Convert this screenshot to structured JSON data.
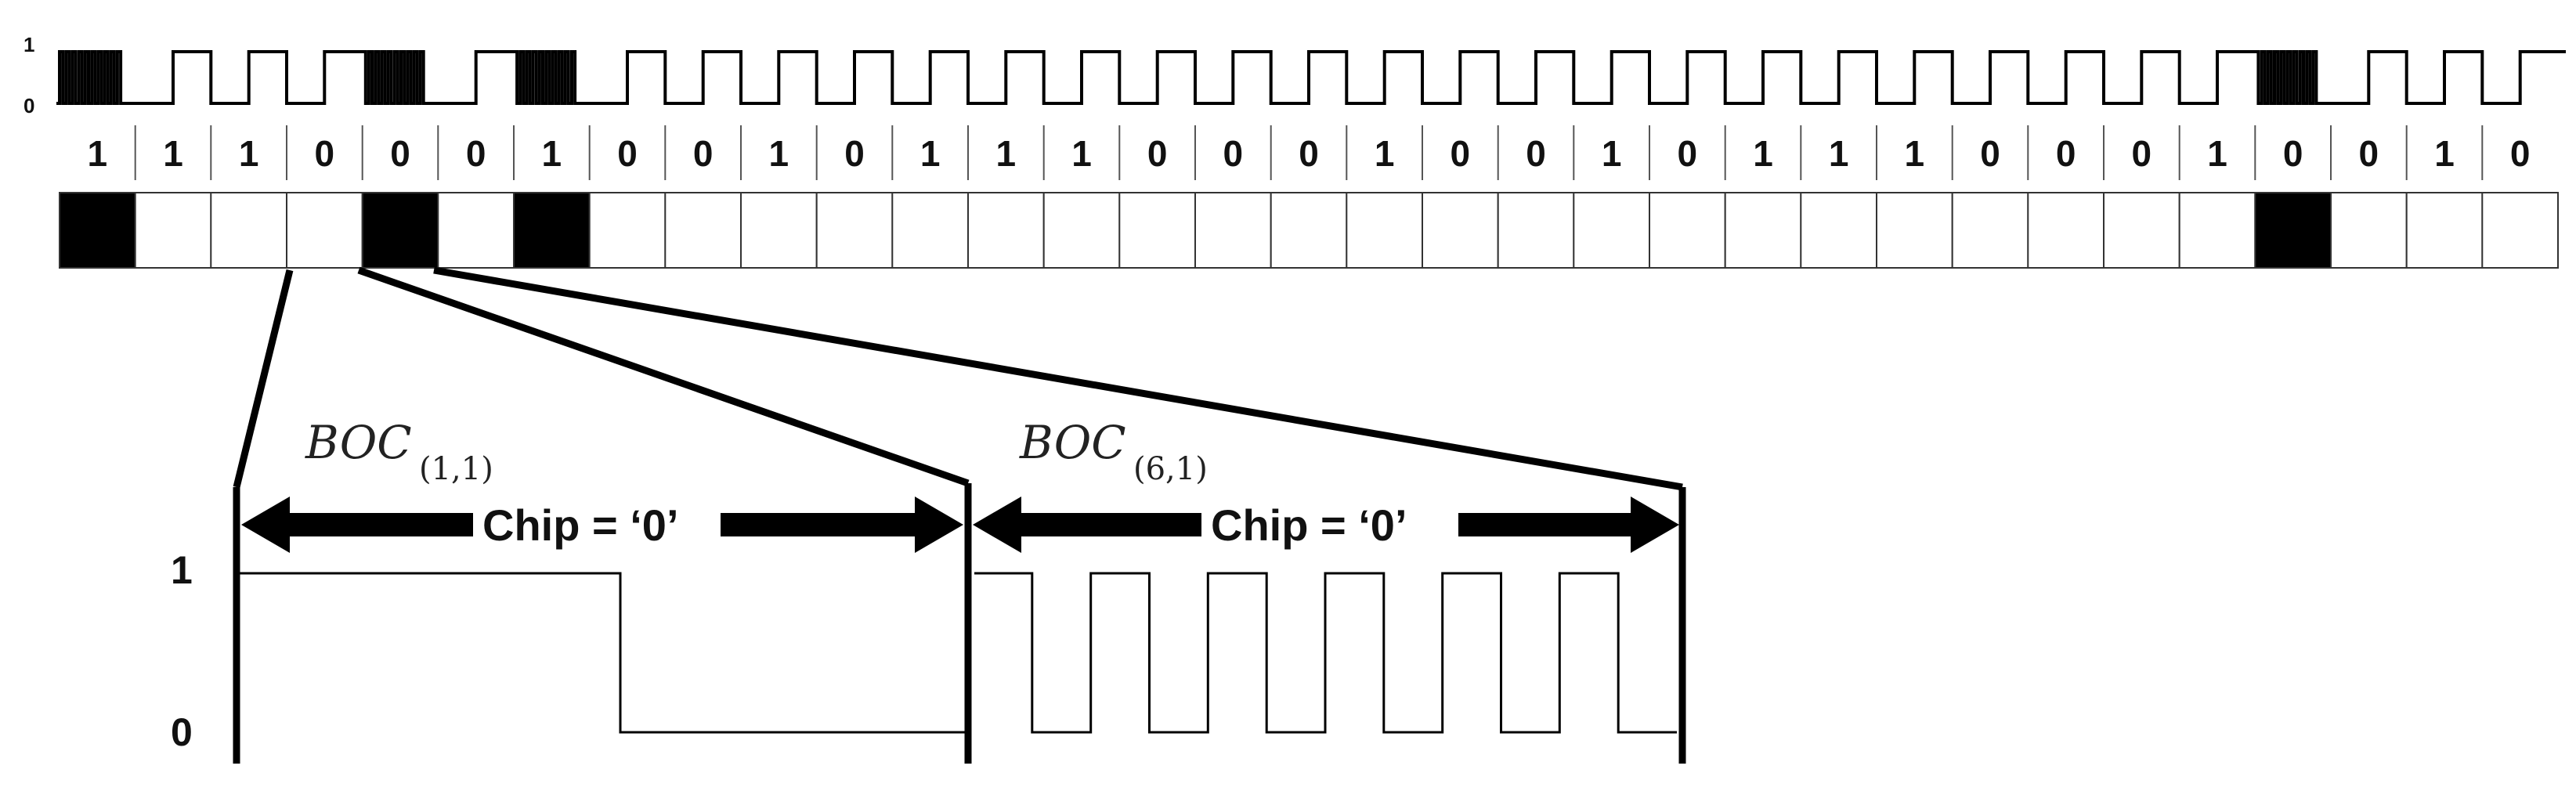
{
  "top_axis": {
    "high": "1",
    "low": "0"
  },
  "chips": [
    "1",
    "1",
    "1",
    "0",
    "0",
    "0",
    "1",
    "0",
    "0",
    "1",
    "0",
    "1",
    "1",
    "1",
    "0",
    "0",
    "0",
    "1",
    "0",
    "0",
    "1",
    "0",
    "1",
    "1",
    "1",
    "0",
    "0",
    "0",
    "1",
    "0",
    "0",
    "1",
    "0"
  ],
  "highlighted_cells": [
    0,
    4,
    6,
    29
  ],
  "zoom": {
    "axis_high": "1",
    "axis_low": "0",
    "left": {
      "title": "BOC",
      "subscript": "(1,1)",
      "label": "Chip = ‘0’",
      "subcarrier_periods": 1
    },
    "right": {
      "title": "BOC",
      "subscript": "(6,1)",
      "label": "Chip = ‘0’",
      "subcarrier_periods": 6
    }
  }
}
